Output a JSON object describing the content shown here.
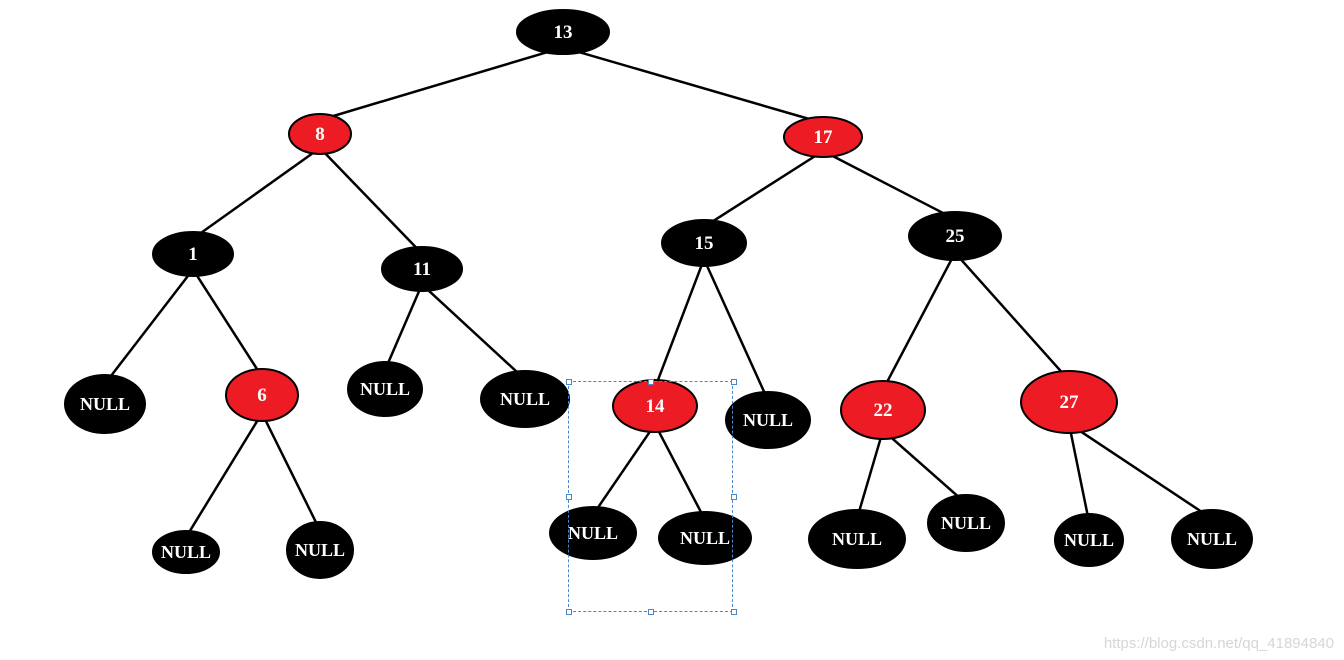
{
  "tree": {
    "nodes": [
      {
        "id": "n13",
        "label": "13",
        "color": "black"
      },
      {
        "id": "n8",
        "label": "8",
        "color": "red"
      },
      {
        "id": "n17",
        "label": "17",
        "color": "red"
      },
      {
        "id": "n1",
        "label": "1",
        "color": "black"
      },
      {
        "id": "n11",
        "label": "11",
        "color": "black"
      },
      {
        "id": "n15",
        "label": "15",
        "color": "black"
      },
      {
        "id": "n25",
        "label": "25",
        "color": "black"
      },
      {
        "id": "n6",
        "label": "6",
        "color": "red"
      },
      {
        "id": "n14",
        "label": "14",
        "color": "red"
      },
      {
        "id": "n22",
        "label": "22",
        "color": "red"
      },
      {
        "id": "n27",
        "label": "27",
        "color": "red"
      },
      {
        "id": "null1",
        "label": "NULL",
        "color": "black"
      },
      {
        "id": "null2",
        "label": "NULL",
        "color": "black"
      },
      {
        "id": "null3",
        "label": "NULL",
        "color": "black"
      },
      {
        "id": "null4",
        "label": "NULL",
        "color": "black"
      },
      {
        "id": "null5",
        "label": "NULL",
        "color": "black"
      },
      {
        "id": "null6",
        "label": "NULL",
        "color": "black"
      },
      {
        "id": "null7",
        "label": "NULL",
        "color": "black"
      },
      {
        "id": "null8",
        "label": "NULL",
        "color": "black"
      },
      {
        "id": "null9",
        "label": "NULL",
        "color": "black"
      },
      {
        "id": "null10",
        "label": "NULL",
        "color": "black"
      },
      {
        "id": "null11",
        "label": "NULL",
        "color": "black"
      },
      {
        "id": "null12",
        "label": "NULL",
        "color": "black"
      }
    ],
    "edges": [
      [
        "n13",
        "n8"
      ],
      [
        "n13",
        "n17"
      ],
      [
        "n8",
        "n1"
      ],
      [
        "n8",
        "n11"
      ],
      [
        "n17",
        "n15"
      ],
      [
        "n17",
        "n25"
      ],
      [
        "n1",
        "null1"
      ],
      [
        "n1",
        "n6"
      ],
      [
        "n11",
        "null2"
      ],
      [
        "n11",
        "null3"
      ],
      [
        "n15",
        "n14"
      ],
      [
        "n15",
        "null4"
      ],
      [
        "n25",
        "n22"
      ],
      [
        "n25",
        "n27"
      ],
      [
        "n6",
        "null5"
      ],
      [
        "n6",
        "null6"
      ],
      [
        "n14",
        "null7"
      ],
      [
        "n14",
        "null8"
      ],
      [
        "n22",
        "null9"
      ],
      [
        "n22",
        "null10"
      ],
      [
        "n27",
        "null11"
      ],
      [
        "n27",
        "null12"
      ]
    ]
  },
  "colors": {
    "red": "#ed1c24",
    "black": "#000000",
    "edge": "#000000",
    "text": "#ffffff"
  },
  "watermark": "https://blog.csdn.net/qq_41894840"
}
